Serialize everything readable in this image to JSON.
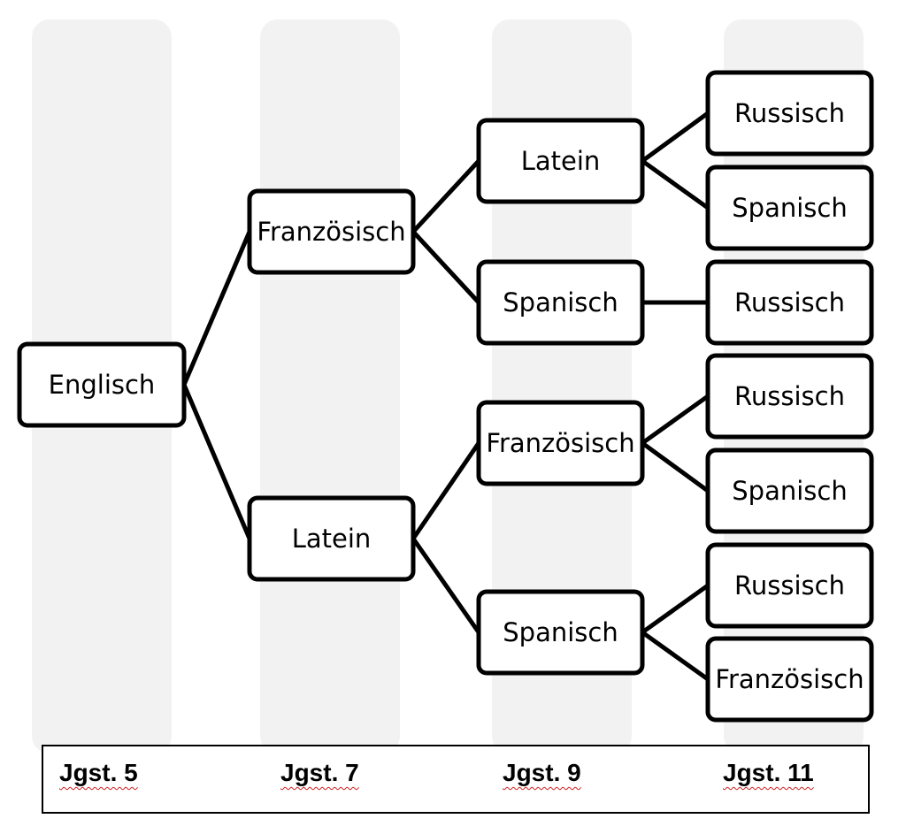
{
  "colors": {
    "band": "#f2f2f2",
    "stroke": "#000000"
  },
  "levels": [
    {
      "id": "level-5",
      "label": "Jgst. 5"
    },
    {
      "id": "level-7",
      "label": "Jgst. 7"
    },
    {
      "id": "level-9",
      "label": "Jgst. 9"
    },
    {
      "id": "level-11",
      "label": "Jgst. 11"
    }
  ],
  "nodes": [
    {
      "id": "n-englisch",
      "label": "Englisch"
    },
    {
      "id": "n-franzoesisch-7",
      "label": "Französisch"
    },
    {
      "id": "n-latein-7",
      "label": "Latein"
    },
    {
      "id": "n-latein-9",
      "label": "Latein"
    },
    {
      "id": "n-spanisch-9a",
      "label": "Spanisch"
    },
    {
      "id": "n-franzoesisch-9",
      "label": "Französisch"
    },
    {
      "id": "n-spanisch-9b",
      "label": "Spanisch"
    },
    {
      "id": "n-russisch-11a",
      "label": "Russisch"
    },
    {
      "id": "n-spanisch-11a",
      "label": "Spanisch"
    },
    {
      "id": "n-russisch-11b",
      "label": "Russisch"
    },
    {
      "id": "n-russisch-11c",
      "label": "Russisch"
    },
    {
      "id": "n-spanisch-11b",
      "label": "Spanisch"
    },
    {
      "id": "n-russisch-11d",
      "label": "Russisch"
    },
    {
      "id": "n-franzoesisch-11",
      "label": "Französisch"
    }
  ],
  "edges": [
    {
      "from": "n-englisch",
      "to": "n-franzoesisch-7"
    },
    {
      "from": "n-englisch",
      "to": "n-latein-7"
    },
    {
      "from": "n-franzoesisch-7",
      "to": "n-latein-9"
    },
    {
      "from": "n-franzoesisch-7",
      "to": "n-spanisch-9a"
    },
    {
      "from": "n-latein-7",
      "to": "n-franzoesisch-9"
    },
    {
      "from": "n-latein-7",
      "to": "n-spanisch-9b"
    },
    {
      "from": "n-latein-9",
      "to": "n-russisch-11a"
    },
    {
      "from": "n-latein-9",
      "to": "n-spanisch-11a"
    },
    {
      "from": "n-spanisch-9a",
      "to": "n-russisch-11b"
    },
    {
      "from": "n-franzoesisch-9",
      "to": "n-russisch-11c"
    },
    {
      "from": "n-franzoesisch-9",
      "to": "n-spanisch-11b"
    },
    {
      "from": "n-spanisch-9b",
      "to": "n-russisch-11d"
    },
    {
      "from": "n-spanisch-9b",
      "to": "n-franzoesisch-11"
    }
  ]
}
